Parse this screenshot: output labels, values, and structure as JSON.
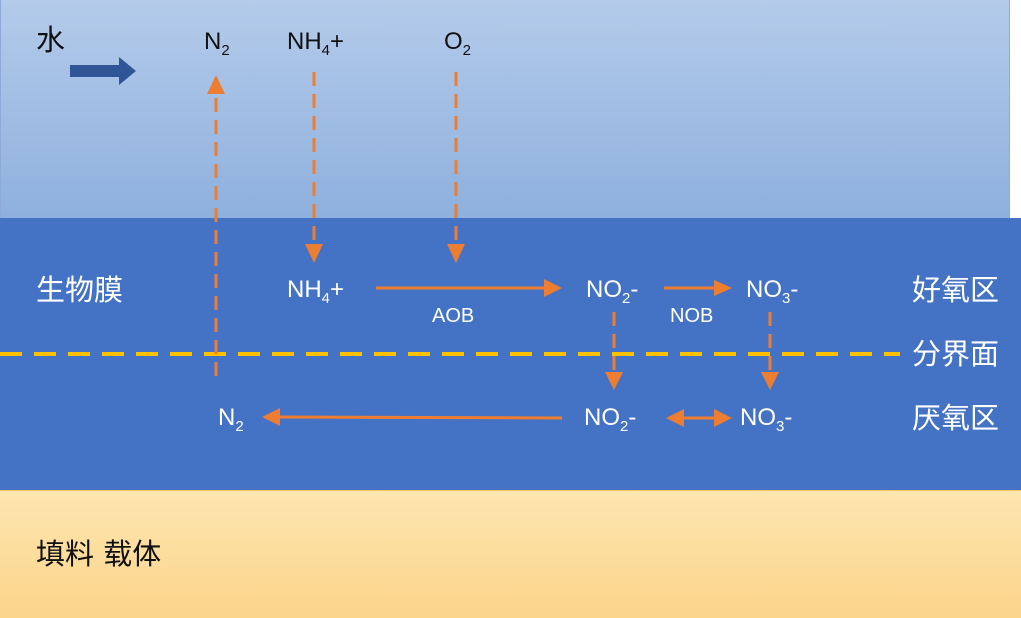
{
  "zones": {
    "water": "水",
    "biofilm": "生物膜",
    "carrier": "填料 载体",
    "aerobic": "好氧区",
    "interface": "分界面",
    "anaerobic": "厌氧区"
  },
  "species": {
    "n2_water": {
      "base": "N",
      "sub": "2"
    },
    "nh4_water": {
      "base": "NH",
      "sub": "4",
      "suffix": "+"
    },
    "o2_water": {
      "base": "O",
      "sub": "2"
    },
    "nh4_aerobic": {
      "base": "NH",
      "sub": "4",
      "suffix": "+"
    },
    "no2_aerobic": {
      "base": "NO",
      "sub": "2",
      "suffix": "-"
    },
    "no3_aerobic": {
      "base": "NO",
      "sub": "3",
      "suffix": "-"
    },
    "n2_anaerobic": {
      "base": "N",
      "sub": "2"
    },
    "no2_anaerobic": {
      "base": "NO",
      "sub": "2",
      "suffix": "-"
    },
    "no3_anaerobic": {
      "base": "NO",
      "sub": "3",
      "suffix": "-"
    }
  },
  "processes": {
    "aob": "AOB",
    "nob": "NOB"
  },
  "colors": {
    "water_top": "#b4cbea",
    "water_bottom": "#8eb0de",
    "biofilm": "#4472c4",
    "carrier_top": "#fde6b0",
    "carrier_bottom": "#fcd48a",
    "arrow": "#ed7d31",
    "interface_line": "#ffc000",
    "flow_arrow": "#2f5597"
  }
}
